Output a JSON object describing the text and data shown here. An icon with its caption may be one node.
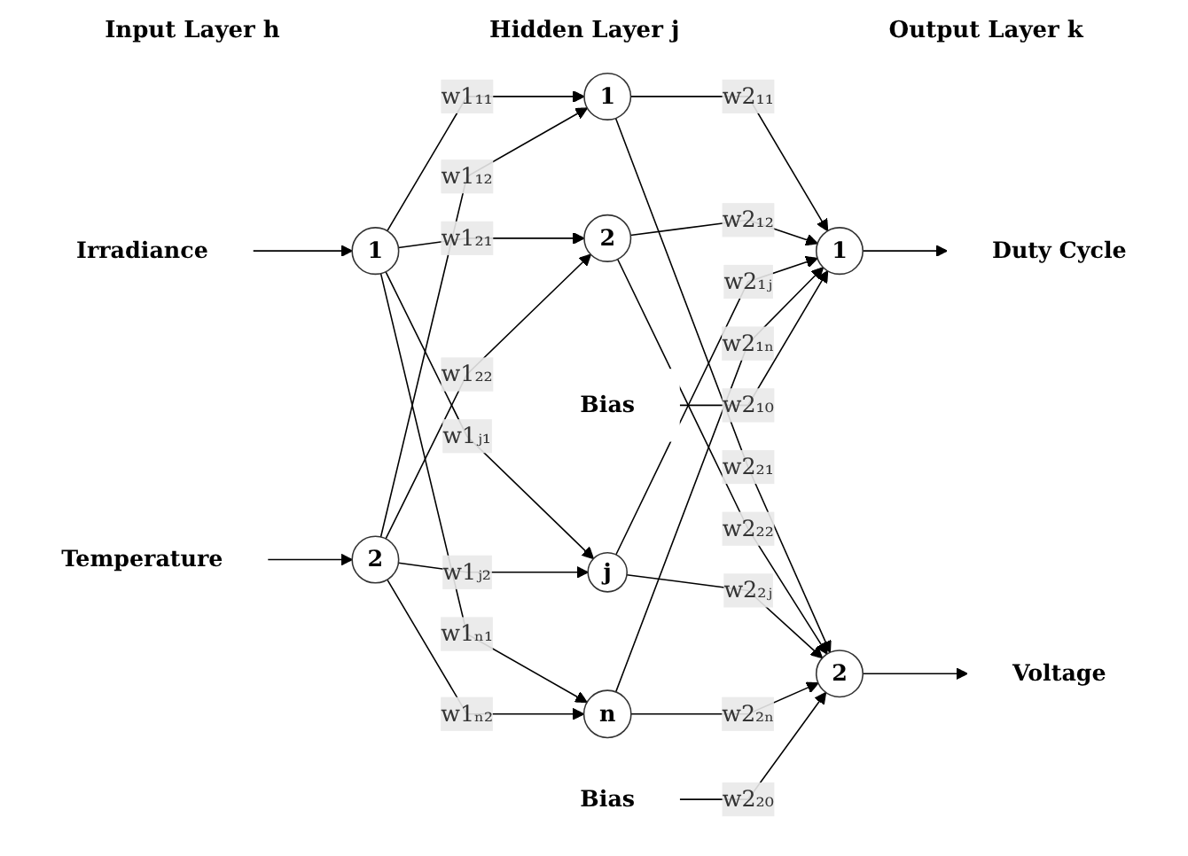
{
  "diagram": {
    "nodes": [
      {
        "text": [
          "Irradiance"
        ]
      },
      {
        "text": [
          "Temperature"
        ]
      },
      {
        "text": [
          "1"
        ]
      },
      {
        "text": [
          "2"
        ]
      },
      {
        "text": [
          "1"
        ]
      },
      {
        "text": [
          "2"
        ]
      },
      {
        "text": [
          "j"
        ]
      },
      {
        "text": [
          "n"
        ]
      },
      {
        "text": [
          "Bias"
        ]
      },
      {
        "text": [
          "1"
        ]
      },
      {
        "text": [
          "Duty Cycle"
        ]
      },
      {
        "text": [
          "2"
        ]
      },
      {
        "text": [
          "Voltage"
        ]
      },
      {
        "text": [
          "Bias"
        ]
      }
    ],
    "edges": [
      {
        "from": 0,
        "to": 2,
        "arrow": "to"
      },
      {
        "from": 1,
        "to": 3,
        "arrow": "to"
      },
      {
        "from": 2,
        "to": 4,
        "arrow": "to",
        "label": "w1₁₁"
      },
      {
        "from": 3,
        "to": 4,
        "arrow": "to",
        "label": "w1₁₂"
      },
      {
        "from": 2,
        "to": 5,
        "arrow": "to",
        "label": "w1₂₁"
      },
      {
        "from": 3,
        "to": 5,
        "arrow": "to",
        "label": "w1₂₂"
      },
      {
        "from": 2,
        "to": 6,
        "arrow": "to",
        "label": "w1ⱼ₁"
      },
      {
        "from": 3,
        "to": 6,
        "arrow": "to",
        "label": "w1ⱼ₂"
      },
      {
        "from": 2,
        "to": 7,
        "arrow": "to",
        "label": "w1ₙ₁"
      },
      {
        "from": 3,
        "to": 7,
        "arrow": "to",
        "label": "w1ₙ₂"
      },
      {
        "from": 4,
        "to": 9,
        "arrow": "to",
        "label": "w2₁₁"
      },
      {
        "from": 4,
        "to": 11,
        "arrow": "to",
        "label": "w2₂₁"
      },
      {
        "from": 5,
        "to": 9,
        "arrow": "to",
        "label": "w2₁₂"
      },
      {
        "from": 5,
        "to": 11,
        "arrow": "to",
        "label": "w2₂₂"
      },
      {
        "from": 6,
        "to": 9,
        "arrow": "to",
        "label": "w2₁ⱼ"
      },
      {
        "from": 6,
        "to": 11,
        "arrow": "to",
        "label": "w2₂ⱼ"
      },
      {
        "from": 7,
        "to": 9,
        "arrow": "to",
        "label": "w2₁ₙ"
      },
      {
        "from": 7,
        "to": 11,
        "arrow": "to",
        "label": "w2₂ₙ"
      },
      {
        "from": 8,
        "to": 9,
        "arrow": "to",
        "label": "w2₁₀"
      },
      {
        "from": 13,
        "to": 11,
        "arrow": "to",
        "label": "w2₂₀"
      },
      {
        "from": 9,
        "to": 10,
        "arrow": "to"
      },
      {
        "from": 11,
        "to": 12,
        "arrow": "to"
      }
    ],
    "labels": [
      "Input Layer h",
      "Hidden Layer j",
      "Output Layer k"
    ]
  }
}
